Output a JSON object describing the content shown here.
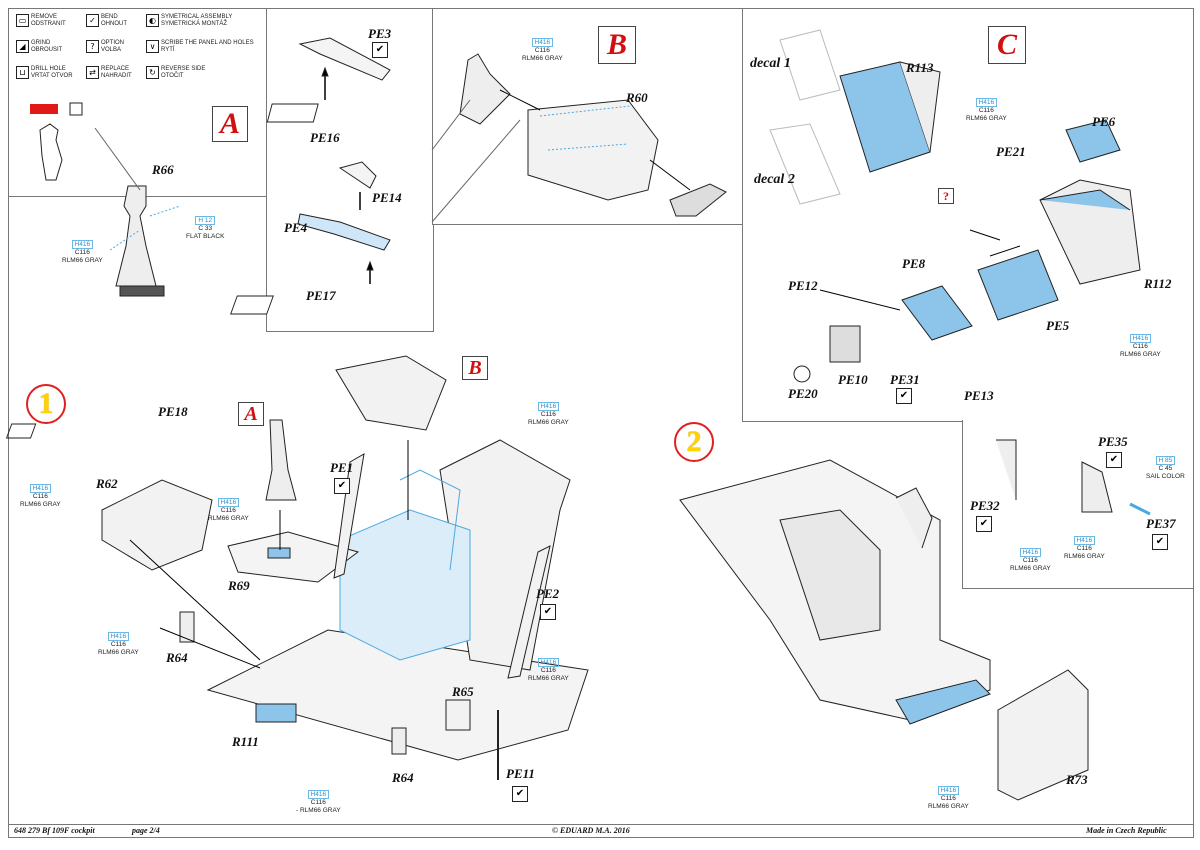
{
  "legend": {
    "items": [
      {
        "icon": "remove-icon",
        "line1": "REMOVE",
        "line2": "ODSTRANIT"
      },
      {
        "icon": "bend-icon",
        "line1": "BEND",
        "line2": "OHNOUT"
      },
      {
        "icon": "symmetrical-icon",
        "line1": "SYMETRICAL ASSEMBLY",
        "line2": "SYMETRICKÁ MONTÁŽ"
      },
      {
        "icon": "grind-icon",
        "line1": "GRIND",
        "line2": "OBROUSIT"
      },
      {
        "icon": "option-icon",
        "line1": "OPTION",
        "line2": "VOLBA"
      },
      {
        "icon": "scribe-icon",
        "line1": "SCRIBE THE PANEL AND HOLES",
        "line2": "RYTÍ"
      },
      {
        "icon": "drill-icon",
        "line1": "DRILL HOLE",
        "line2": "VRTAT OTVOR"
      },
      {
        "icon": "replace-icon",
        "line1": "REPLACE",
        "line2": "NAHRADIT"
      },
      {
        "icon": "reverse-icon",
        "line1": "REVERSE SIDE",
        "line2": "OTOČIT"
      }
    ]
  },
  "sections": {
    "a": "A",
    "b": "B",
    "c": "C"
  },
  "steps": {
    "one": "1",
    "two": "2"
  },
  "parts": {
    "r66": "R66",
    "pe3": "PE3",
    "pe16": "PE16",
    "pe14": "PE14",
    "pe4": "PE4",
    "pe17": "PE17",
    "r60": "R60",
    "decal1": "decal 1",
    "decal2": "decal 2",
    "r113": "R113",
    "pe6": "PE6",
    "pe21": "PE21",
    "pe8": "PE8",
    "pe12": "PE12",
    "pe5": "PE5",
    "r112": "R112",
    "pe10": "PE10",
    "pe31": "PE31",
    "pe20": "PE20",
    "pe13": "PE13",
    "pe18": "PE18",
    "r62": "R62",
    "pe1": "PE1",
    "r69": "R69",
    "pe2": "PE2",
    "r64a": "R64",
    "r65": "R65",
    "r111": "R111",
    "r64b": "R64",
    "pe11": "PE11",
    "pe35": "PE35",
    "pe32": "PE32",
    "pe37": "PE37",
    "r73": "R73"
  },
  "paints": {
    "rlm66_h": "H416",
    "rlm66_c": "C116",
    "rlm66_name": "RLM66 GRAY",
    "black_h": "H 12",
    "black_c": "C 33",
    "black_name": "FLAT BLACK",
    "sail_h": "H 85",
    "sail_c": "C 45",
    "sail_name": "SAIL COLOR",
    "rlm66_name_dash": "- RLM66 GRAY"
  },
  "misc": {
    "question": "?",
    "check": "✔"
  },
  "footer": {
    "kit": "648 279  Bf 109F cockpit",
    "page": "page 2/4",
    "copyright": "© EDUARD  M.A. 2016",
    "made": "Made in Czech Republic"
  },
  "colors": {
    "accent_blue": "#8cc4ea",
    "red": "#d01010",
    "yellow": "#ffd200"
  }
}
